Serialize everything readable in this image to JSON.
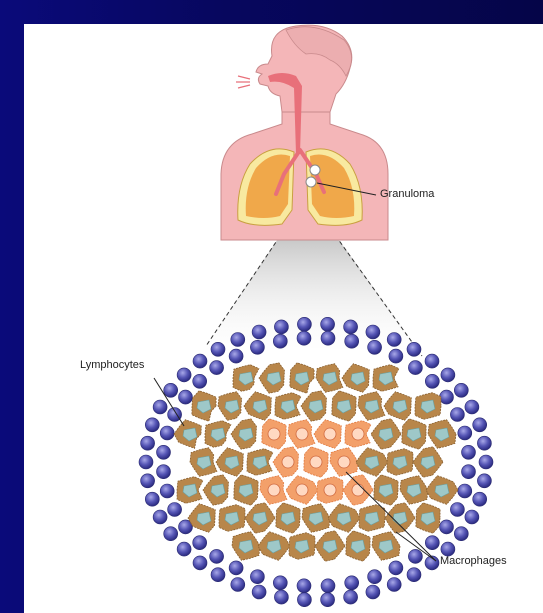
{
  "diagram": {
    "labels": {
      "granuloma": "Granuloma",
      "lymphocytes": "Lymphocytes",
      "macrophages": "Macrophages"
    },
    "colors": {
      "skin": "#f4b6b8",
      "lung": "#f0a84a",
      "lung_edge": "#f8e9a0",
      "trachea": "#e8707a",
      "lymphocyte": "#4a4aa8",
      "macrophage": "#b8864a",
      "macrophage_core": "#9ec8c8",
      "giant_cell": "#f3a06a",
      "cone": "#b0b0b0"
    },
    "icons": [
      "human-torso-illustration",
      "lung-illustration",
      "granuloma-cell-cluster"
    ]
  }
}
